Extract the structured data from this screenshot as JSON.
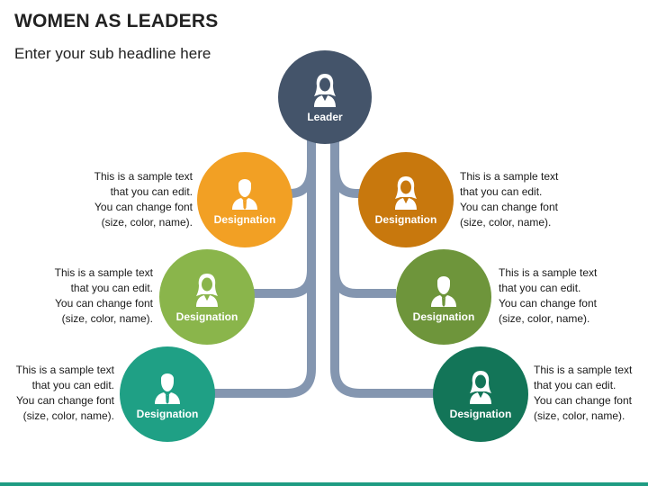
{
  "header": {
    "title": "WOMEN AS LEADERS",
    "subtitle": "Enter your sub headline here"
  },
  "colors": {
    "leader": "#44546a",
    "connector": "#8496b0",
    "orange_light": "#f2a024",
    "orange_dark": "#c8780d",
    "green_light": "#8ab54b",
    "green_dark": "#6e953b",
    "teal": "#1fa085",
    "teal_dark": "#137558",
    "footer": "#1e9c82"
  },
  "leader": {
    "label": "Leader",
    "icon": "woman-icon"
  },
  "nodes": [
    {
      "side": "left",
      "label": "Designation",
      "icon": "man-icon",
      "color": "#f2a024",
      "desc": [
        "This is a sample text",
        "that you can edit.",
        "You can change font",
        "(size, color, name)."
      ]
    },
    {
      "side": "right",
      "label": "Designation",
      "icon": "woman-icon",
      "color": "#c8780d",
      "desc": [
        "This is a sample text",
        "that you can edit.",
        "You can change font",
        "(size, color, name)."
      ]
    },
    {
      "side": "left",
      "label": "Designation",
      "icon": "woman-icon",
      "color": "#8ab54b",
      "desc": [
        "This is a sample text",
        "that you can edit.",
        "You can change font",
        "(size, color, name)."
      ]
    },
    {
      "side": "right",
      "label": "Designation",
      "icon": "man-icon",
      "color": "#6e953b",
      "desc": [
        "This is a sample text",
        "that you can edit.",
        "You can change font",
        "(size, color, name)."
      ]
    },
    {
      "side": "left",
      "label": "Designation",
      "icon": "man-icon",
      "color": "#1fa085",
      "desc": [
        "This is a sample text",
        "that you can edit.",
        "You can change font",
        "(size, color, name)."
      ]
    },
    {
      "side": "right",
      "label": "Designation",
      "icon": "woman-icon",
      "color": "#137558",
      "desc": [
        "This is a sample text",
        "that you can edit.",
        "You can change font",
        "(size, color, name)."
      ]
    }
  ]
}
